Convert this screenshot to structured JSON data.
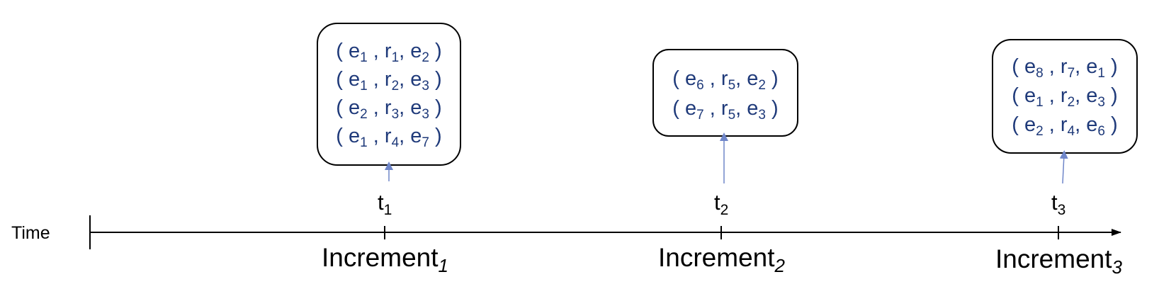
{
  "axis": {
    "label": "Time"
  },
  "increments": [
    {
      "time": {
        "base": "t",
        "sub": "1"
      },
      "label": {
        "base": "Increment",
        "sub": "1"
      },
      "facts": [
        [
          {
            "b": "e",
            "s": "1"
          },
          {
            "b": "r",
            "s": "1"
          },
          {
            "b": "e",
            "s": "2"
          }
        ],
        [
          {
            "b": "e",
            "s": "1"
          },
          {
            "b": "r",
            "s": "2"
          },
          {
            "b": "e",
            "s": "3"
          }
        ],
        [
          {
            "b": "e",
            "s": "2"
          },
          {
            "b": "r",
            "s": "3"
          },
          {
            "b": "e",
            "s": "3"
          }
        ],
        [
          {
            "b": "e",
            "s": "1"
          },
          {
            "b": "r",
            "s": "4"
          },
          {
            "b": "e",
            "s": "7"
          }
        ]
      ]
    },
    {
      "time": {
        "base": "t",
        "sub": "2"
      },
      "label": {
        "base": "Increment",
        "sub": "2"
      },
      "facts": [
        [
          {
            "b": "e",
            "s": "6"
          },
          {
            "b": "r",
            "s": "5"
          },
          {
            "b": "e",
            "s": "2"
          }
        ],
        [
          {
            "b": "e",
            "s": "7"
          },
          {
            "b": "r",
            "s": "5"
          },
          {
            "b": "e",
            "s": "3"
          }
        ]
      ]
    },
    {
      "time": {
        "base": "t",
        "sub": "3"
      },
      "label": {
        "base": "Increment",
        "sub": "3"
      },
      "facts": [
        [
          {
            "b": "e",
            "s": "8"
          },
          {
            "b": "r",
            "s": "7"
          },
          {
            "b": "e",
            "s": "1"
          }
        ],
        [
          {
            "b": "e",
            "s": "1"
          },
          {
            "b": "r",
            "s": "2"
          },
          {
            "b": "e",
            "s": "3"
          }
        ],
        [
          {
            "b": "e",
            "s": "2"
          },
          {
            "b": "r",
            "s": "4"
          },
          {
            "b": "e",
            "s": "6"
          }
        ]
      ]
    }
  ],
  "colors": {
    "fact_text": "#1f3a7a",
    "arrow": "#6f86c9",
    "axis": "#000000"
  }
}
